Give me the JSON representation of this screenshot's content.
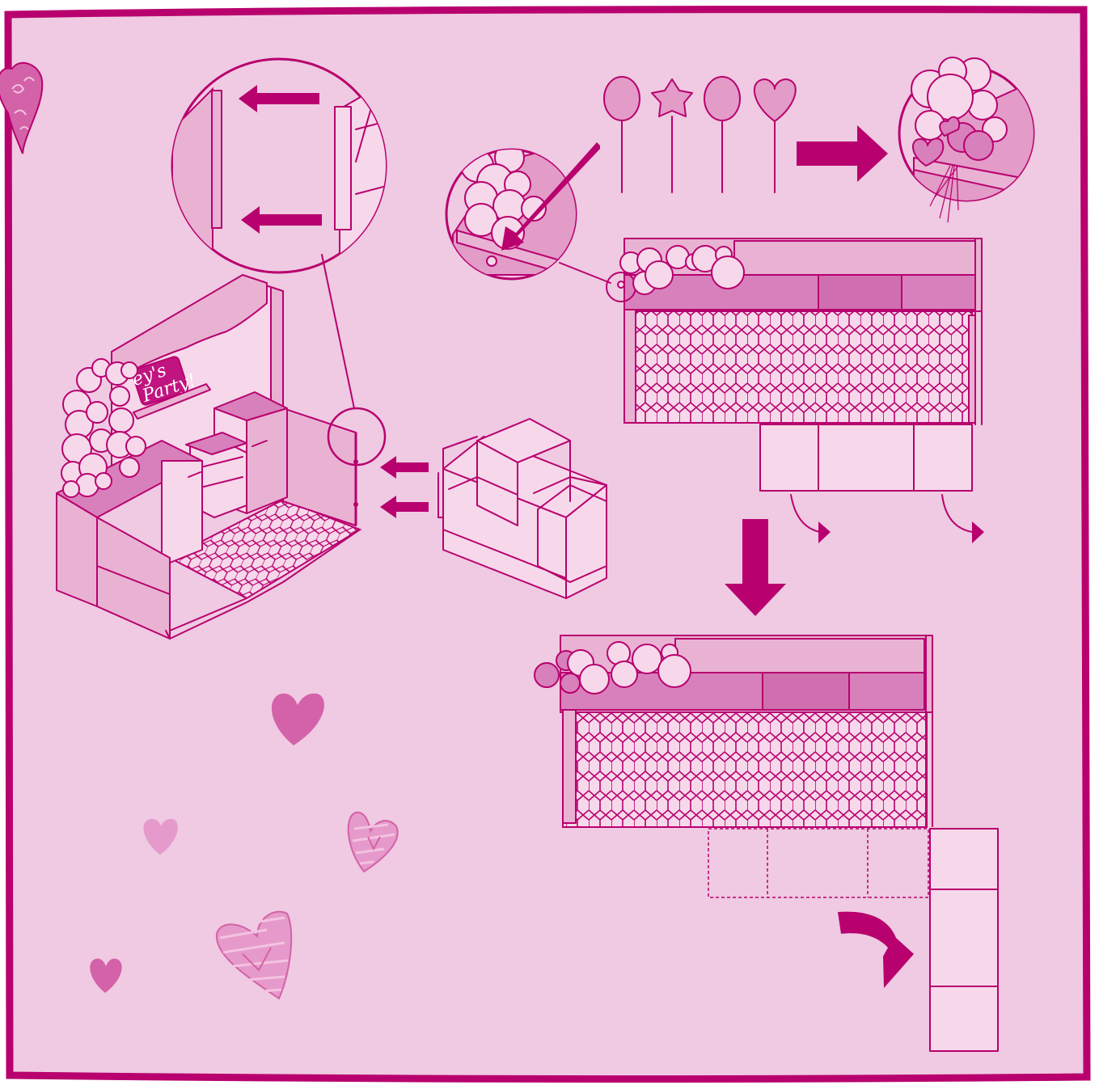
{
  "palette": {
    "background": "#efcae2",
    "border": "#b8006e",
    "line": "#b8006e",
    "fill_light": "#f6d8ea",
    "fill_mid": "#e9b2d3",
    "fill_dark": "#d880bb",
    "heart": "#d462a8",
    "heart_light": "#e69acb"
  },
  "sign": {
    "line1": "ey's",
    "line2": "Party!"
  },
  "steps": [
    {
      "id": "attach-wall-panel",
      "description_icon": "magnifier-callout-icon"
    },
    {
      "id": "add-balloons",
      "description_icon": "balloon-icon"
    },
    {
      "id": "unfold-shelf",
      "description_icon": "curved-arrow-icon"
    }
  ]
}
